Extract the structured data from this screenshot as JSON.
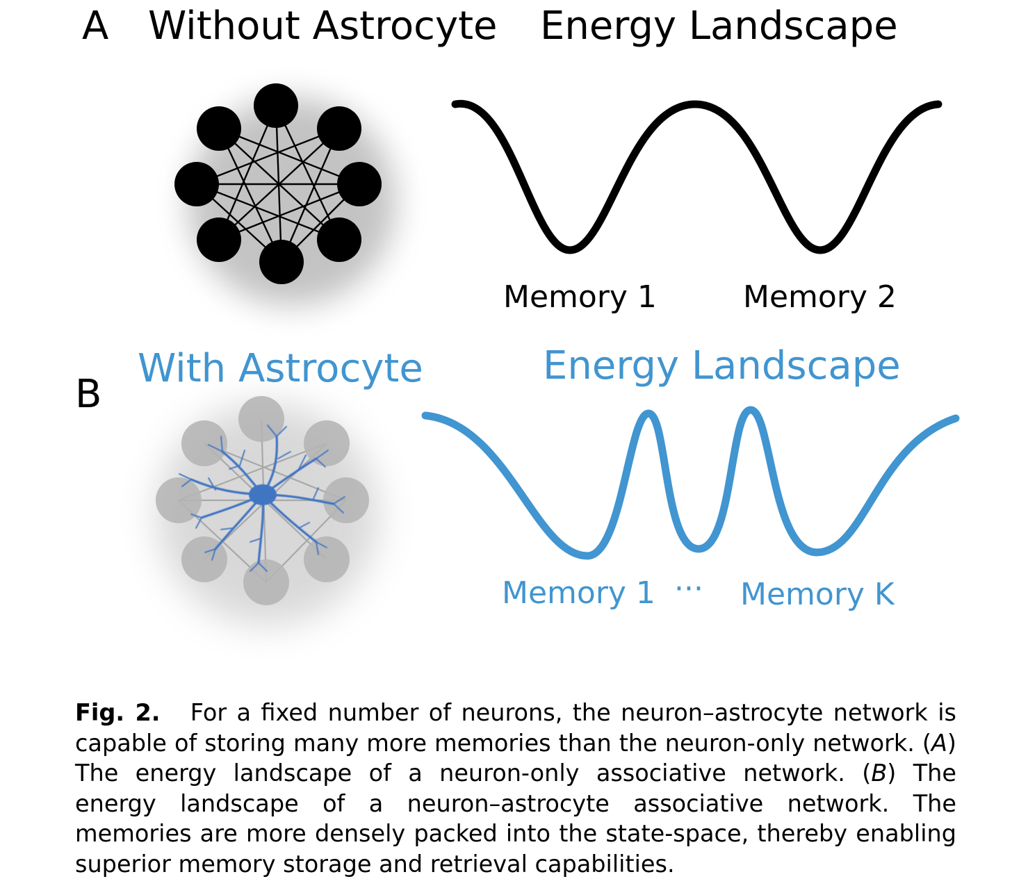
{
  "panel_a": {
    "letter": "A",
    "network_title": "Without Astrocyte",
    "landscape_title": "Energy Landscape",
    "memory_labels": [
      "Memory 1",
      "Memory 2"
    ]
  },
  "panel_b": {
    "letter": "B",
    "network_title": "With Astrocyte",
    "landscape_title": "Energy Landscape",
    "memory_labels": [
      "Memory 1",
      "···",
      "Memory K"
    ]
  },
  "colors": {
    "panel_a": "#000000",
    "panel_b": "#4195d0",
    "neuron_faded": "#b5b5b5",
    "astrocyte": "#3f74c2"
  },
  "caption": {
    "label": "Fig. 2.",
    "text_1": "For a fixed number of neurons, the neuron–astrocyte network is capable of storing many more memories than the neuron-only network. (",
    "ref_a": "A",
    "text_2": ") The energy landscape of a neuron-only associative network. (",
    "ref_b": "B",
    "text_3": ") The energy landscape of a neuron–astrocyte associative network. The memories are more densely packed into the state-space, thereby enabling superior memory storage and retrieval capabilities."
  }
}
